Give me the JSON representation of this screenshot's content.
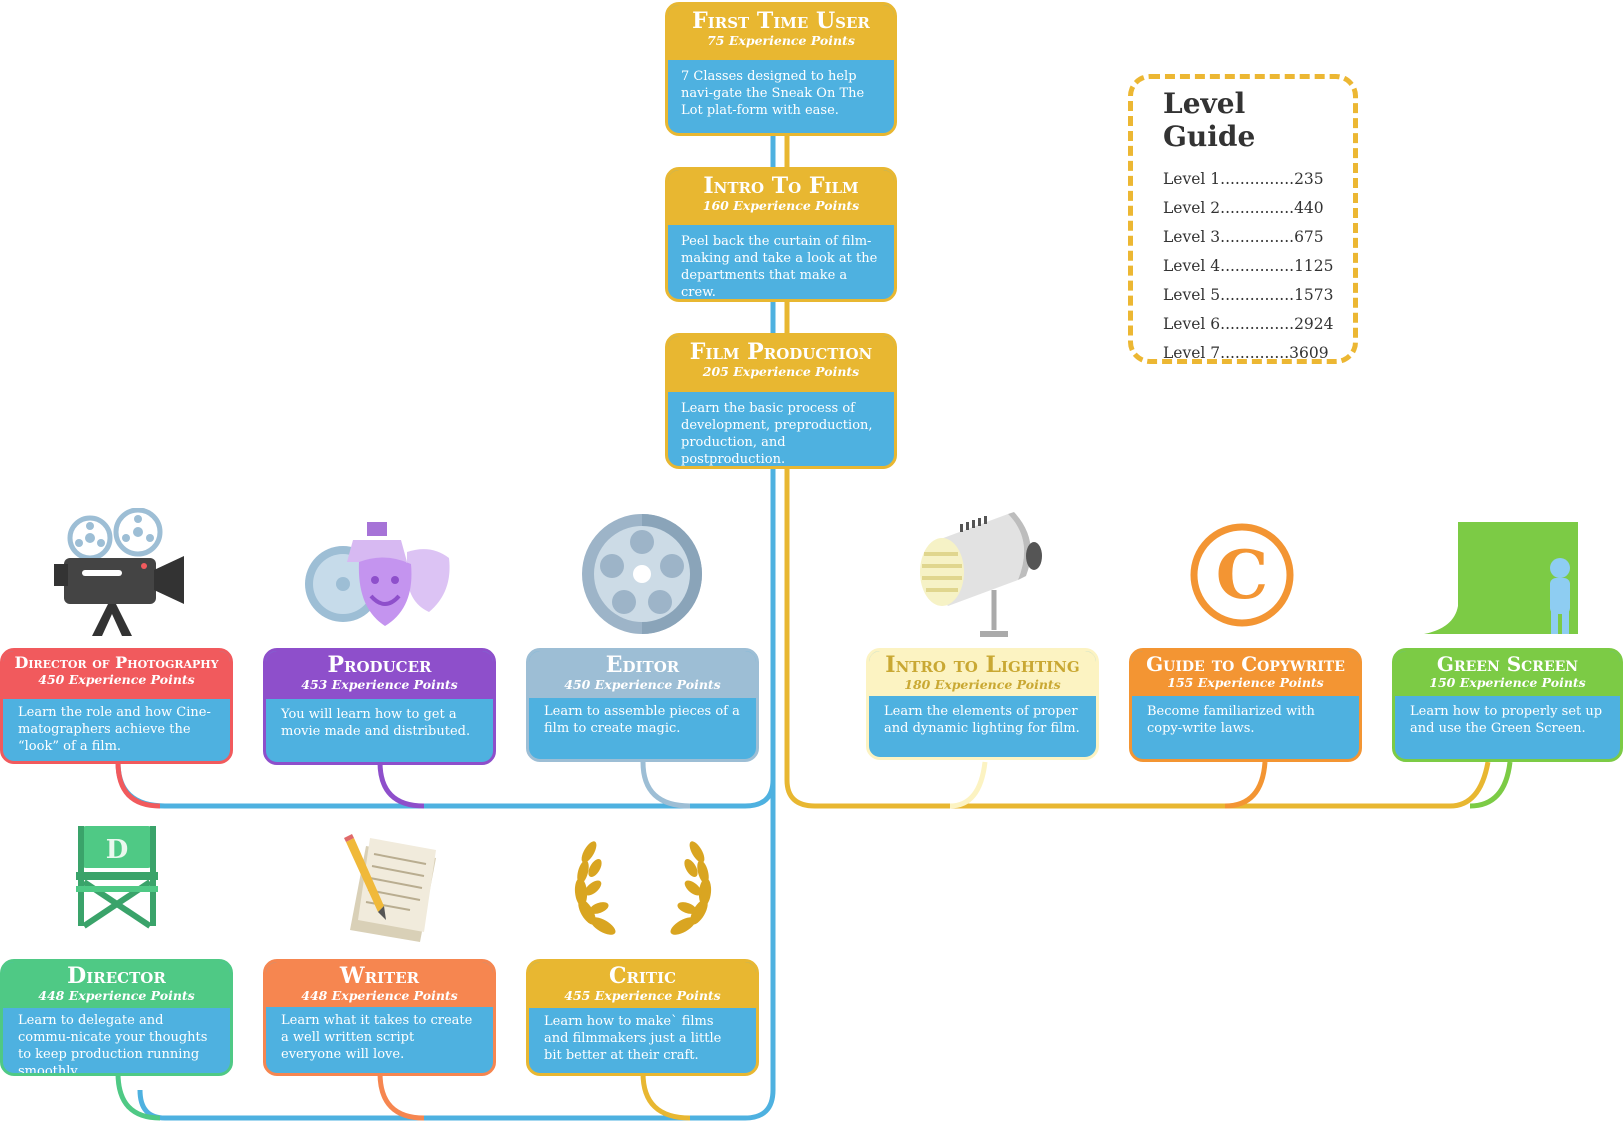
{
  "main_track": [
    {
      "title": "First Time User",
      "xp": "75 Experience Points",
      "desc": "7 Classes designed to help navi-gate the Sneak On The Lot plat-form with ease."
    },
    {
      "title": "Intro To Film",
      "xp": "160 Experience Points",
      "desc": "Peel back the curtain of film-making and take a look at the departments that make a crew."
    },
    {
      "title": "Film Production",
      "xp": "205 Experience Points",
      "desc": "Learn the basic process of development, preproduction, production, and postproduction."
    }
  ],
  "left_track_row1": [
    {
      "title": "Director of Photography",
      "xp": "450 Experience Points",
      "desc": "Learn the role and how Cine-matographers achieve the “look” of a film.",
      "icon": "film-camera-icon"
    },
    {
      "title": "Producer",
      "xp": "453 Experience Points",
      "desc": "You will learn how to get a movie made and distributed.",
      "icon": "theater-masks-icon"
    },
    {
      "title": "Editor",
      "xp": "450 Experience Points",
      "desc": "Learn to assemble pieces of a film to create magic.",
      "icon": "film-reel-icon"
    }
  ],
  "left_track_row2": [
    {
      "title": "Director",
      "xp": "448 Experience Points",
      "desc": "Learn to delegate and commu-nicate your thoughts to keep production running smoothly.",
      "icon": "director-chair-icon",
      "chair_letter": "D"
    },
    {
      "title": "Writer",
      "xp": "448 Experience Points",
      "desc": "Learn what it takes to create a well written script everyone will love.",
      "icon": "script-pencil-icon"
    },
    {
      "title": "Critic",
      "xp": "455 Experience Points",
      "desc": "Learn how to make` films and filmmakers just a little bit better at their craft.",
      "icon": "laurel-wreath-icon"
    }
  ],
  "right_track": [
    {
      "title": "Intro to Lighting",
      "xp": "180 Experience Points",
      "desc": "Learn the elements of proper and dynamic lighting for film.",
      "icon": "spotlight-icon"
    },
    {
      "title": "Guide to Copywrite",
      "xp": "155 Experience Points",
      "desc": "Become familiarized with copy-write laws.",
      "icon": "copyright-icon",
      "icon_letter": "C"
    },
    {
      "title": "Green Screen",
      "xp": "150 Experience Points",
      "desc": "Learn how to properly set up and use the Green Screen.",
      "icon": "green-screen-icon"
    }
  ],
  "level_guide": {
    "title": "Level Guide",
    "levels": [
      {
        "label": "Level 1",
        "dots": "...............",
        "xp": "235"
      },
      {
        "label": "Level 2",
        "dots": "...............",
        "xp": "440"
      },
      {
        "label": "Level 3",
        "dots": "...............",
        "xp": "675"
      },
      {
        "label": "Level 4",
        "dots": "...............",
        "xp": "1125"
      },
      {
        "label": "Level 5",
        "dots": "...............",
        "xp": "1573"
      },
      {
        "label": "Level 6",
        "dots": "...............",
        "xp": "2924"
      },
      {
        "label": "Level 7",
        "dots": "..............",
        "xp": "3609"
      }
    ]
  },
  "colors": {
    "card_body": "#4eb1e0",
    "main_track": "#e8b731",
    "line_blue": "#4eb1e0",
    "line_gold": "#e8b731",
    "dop": "#f15a5d",
    "producer": "#8e4fcb",
    "editor": "#9dbed5",
    "director": "#4fc985",
    "writer": "#f68650",
    "critic": "#e8b731",
    "lighting": "#fcf3c2",
    "copywrite": "#f39533",
    "greenscreen": "#7ccb45"
  }
}
